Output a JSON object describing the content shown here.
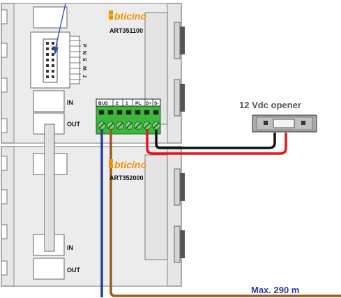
{
  "brand": "bticino",
  "modules": [
    {
      "model": "ART351100",
      "in_label": "IN",
      "out_label": "OUT",
      "dip_labels": [
        "P",
        "N",
        "S",
        "M",
        "J"
      ]
    },
    {
      "model": "ART352000",
      "in_label": "IN",
      "out_label": "OUT"
    }
  ],
  "terminal_labels": [
    "BUS",
    "2",
    "1",
    "PL",
    "S+",
    "S-"
  ],
  "opener_label": "12 Vdc opener",
  "distance_label": "Max. 290 m",
  "colors": {
    "bus_blue": "#2b3f9e",
    "bus_brown": "#9b5a1f",
    "wire_red": "#e8141b",
    "wire_black": "#111111",
    "terminal_green": "#3db83d",
    "brand_orange": "#f39200",
    "arrow_blue": "#3a4fa8"
  }
}
